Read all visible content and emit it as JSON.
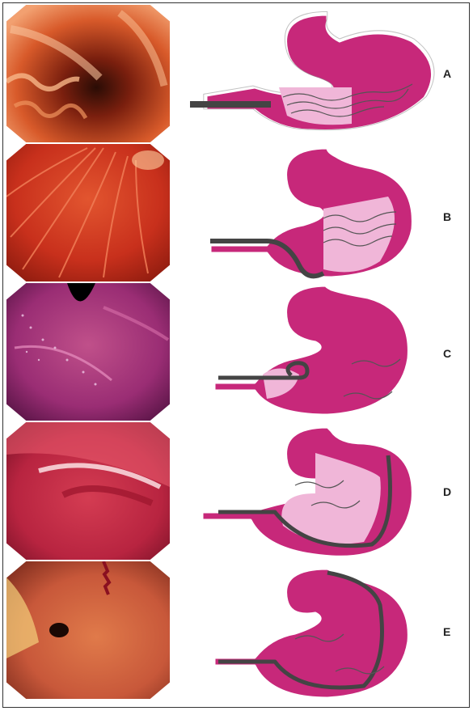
{
  "figure": {
    "stages": [
      {
        "label": "A",
        "photo_icon": "endoscopic-view-rugae",
        "diagram_icon": "stomach-collapsed-scope-entry"
      },
      {
        "label": "B",
        "photo_icon": "endoscopic-view-folds",
        "diagram_icon": "stomach-partially-inflated"
      },
      {
        "label": "C",
        "photo_icon": "endoscopic-view-cardia",
        "diagram_icon": "stomach-retroflexion"
      },
      {
        "label": "D",
        "photo_icon": "endoscopic-view-angulus",
        "diagram_icon": "stomach-greater-curve-advance"
      },
      {
        "label": "E",
        "photo_icon": "endoscopic-view-pylorus",
        "diagram_icon": "stomach-antrum-pylorus"
      }
    ],
    "colors": {
      "stomach_dark": "#c7287a",
      "stomach_light": "#f0b6d8",
      "outline": "#ffffff",
      "scope": "#444444"
    }
  }
}
